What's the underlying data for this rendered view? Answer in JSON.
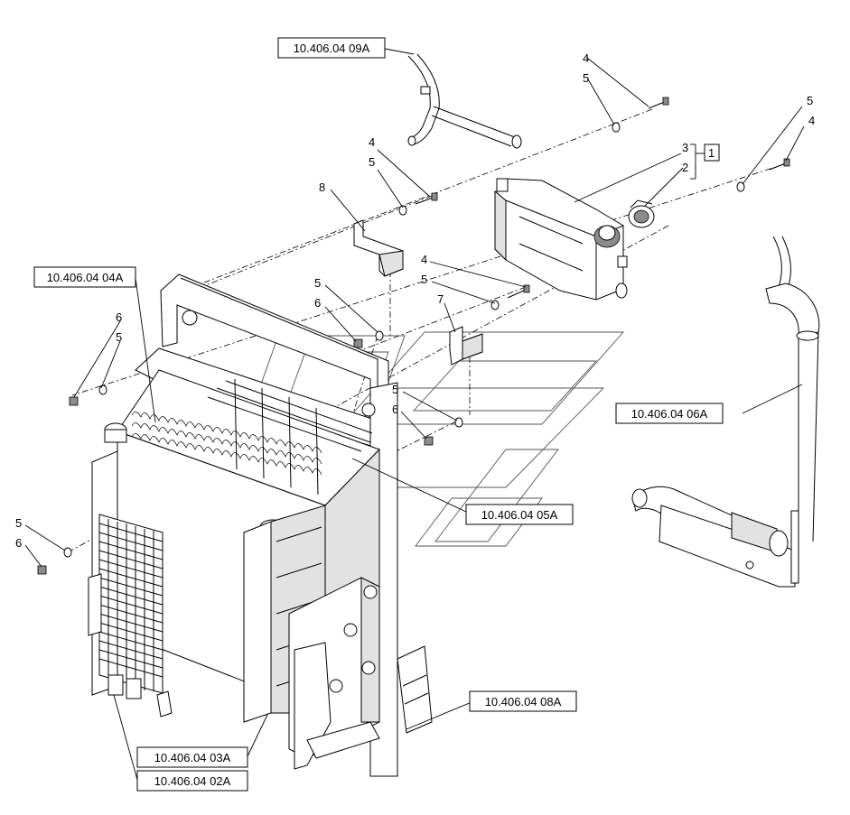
{
  "references": [
    {
      "id": "ref-09A",
      "label": "10.406.04 09A"
    },
    {
      "id": "ref-04A",
      "label": "10.406.04 04A"
    },
    {
      "id": "ref-06A",
      "label": "10.406.04 06A"
    },
    {
      "id": "ref-05A",
      "label": "10.406.04 05A"
    },
    {
      "id": "ref-08A",
      "label": "10.406.04 08A"
    },
    {
      "id": "ref-03A",
      "label": "10.406.04 03A"
    },
    {
      "id": "ref-02A",
      "label": "10.406.04 02A"
    }
  ],
  "callouts": {
    "top_bolt_4": "4",
    "top_washer_5": "5",
    "right_washer_5": "5",
    "right_bolt_4": "4",
    "tank_3": "3",
    "cap_2": "2",
    "assembly_1": "1",
    "mid_bolt_4": "4",
    "mid_washer_5": "5",
    "bracket_8": "8",
    "center_bolt_4": "4",
    "center_washer_5": "5",
    "bracket_7": "7",
    "nut_washer_5": "5",
    "nut_6": "6",
    "left_nut_6": "6",
    "left_washer_5": "5",
    "right_lower_washer_5": "5",
    "right_lower_nut_6": "6",
    "bottom_washer_5": "5",
    "bottom_nut_6": "6"
  }
}
